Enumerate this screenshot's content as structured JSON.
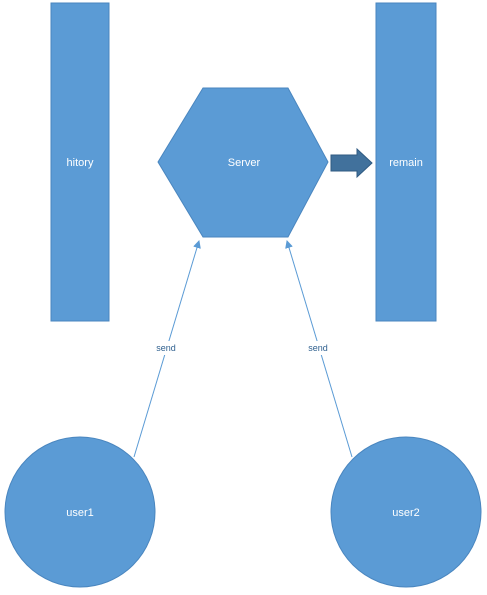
{
  "colors": {
    "shape_fill": "#5b9bd5",
    "shape_stroke": "#4a86bf",
    "connector": "#5b9bd5",
    "block_arrow": "#41719c",
    "label_text": "#ffffff",
    "edge_label_text": "#2e5f8e",
    "background": "#ffffff"
  },
  "nodes": {
    "history": {
      "label": "hitory",
      "shape": "rectangle"
    },
    "server": {
      "label": "Server",
      "shape": "hexagon"
    },
    "remain": {
      "label": "remain",
      "shape": "rectangle"
    },
    "user1": {
      "label": "user1",
      "shape": "circle"
    },
    "user2": {
      "label": "user2",
      "shape": "circle"
    }
  },
  "edges": [
    {
      "from": "user1",
      "to": "server",
      "label": "send"
    },
    {
      "from": "user2",
      "to": "server",
      "label": "send"
    },
    {
      "from": "server",
      "to": "remain",
      "label": "",
      "style": "block-arrow"
    }
  ]
}
